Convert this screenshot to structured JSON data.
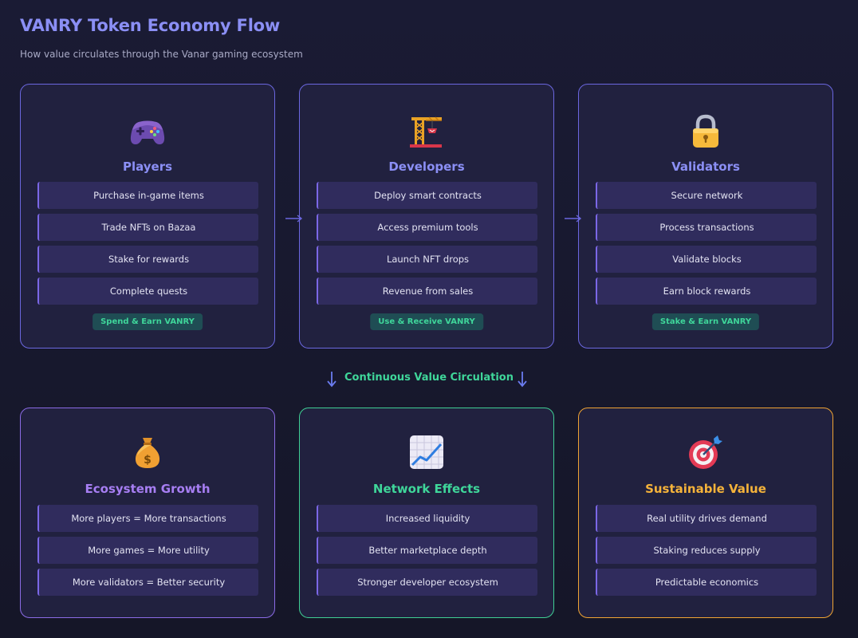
{
  "header": {
    "title": "VANRY Token Economy Flow",
    "subtitle": "How value circulates through the Vanar gaming ecosystem"
  },
  "top_cards": [
    {
      "icon": "game-controller-icon",
      "title": "Players",
      "items": [
        "Purchase in-game items",
        "Trade NFTs on Bazaa",
        "Stake for rewards",
        "Complete quests"
      ],
      "badge": "Spend & Earn VANRY"
    },
    {
      "icon": "construction-crane-icon",
      "title": "Developers",
      "items": [
        "Deploy smart contracts",
        "Access premium tools",
        "Launch NFT drops",
        "Revenue from sales"
      ],
      "badge": "Use & Receive VANRY"
    },
    {
      "icon": "lock-icon",
      "title": "Validators",
      "items": [
        "Secure network",
        "Process transactions",
        "Validate blocks",
        "Earn block rewards"
      ],
      "badge": "Stake & Earn VANRY"
    }
  ],
  "flow_label": "Continuous Value Circulation",
  "bottom_cards": [
    {
      "icon": "money-bag-icon",
      "title": "Ecosystem Growth",
      "items": [
        "More players = More transactions",
        "More games = More utility",
        "More validators = Better security"
      ]
    },
    {
      "icon": "chart-increasing-icon",
      "title": "Network Effects",
      "items": [
        "Increased liquidity",
        "Better marketplace depth",
        "Stronger developer ecosystem"
      ]
    },
    {
      "icon": "target-icon",
      "title": "Sustainable Value",
      "items": [
        "Real utility drives demand",
        "Staking reduces supply",
        "Predictable economics"
      ]
    }
  ],
  "colors": {
    "accent": "#8b8ff5",
    "green": "#3fd69a",
    "orange": "#f5b33a",
    "purple": "#a77ef3",
    "card_bg": "#21213f",
    "item_bg": "#302c5d"
  }
}
